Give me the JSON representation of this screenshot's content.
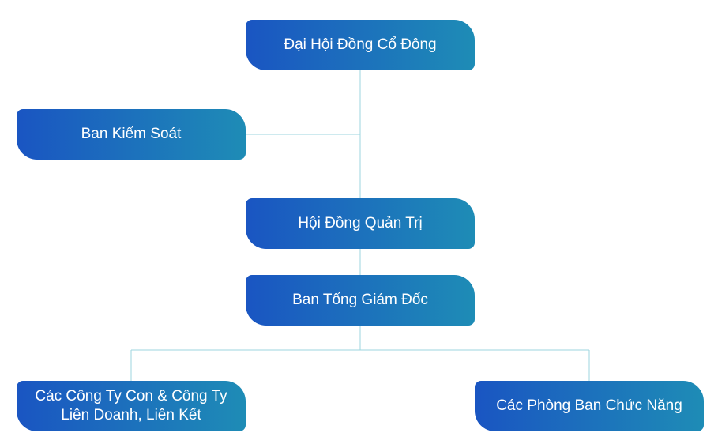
{
  "org_chart": {
    "nodes": {
      "shareholders_meeting": "Đại Hội Đồng Cổ Đông",
      "supervisory_board": "Ban Kiểm Soát",
      "board_of_directors": "Hội Đồng Quản Trị",
      "executive_board": "Ban Tổng Giám Đốc",
      "subsidiaries": "Các Công Ty Con & Công Ty\nLiên Doanh, Liên Kết",
      "departments": "Các Phòng Ban Chức Năng"
    },
    "colors": {
      "node_gradient_start": "#1a55c2",
      "node_gradient_end": "#1e8cb6",
      "connector": "#9ed6df",
      "text": "#ffffff"
    }
  }
}
